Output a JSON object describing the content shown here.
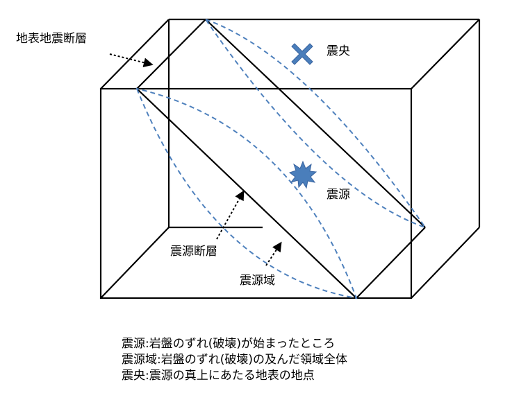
{
  "labels": {
    "surface_fault": "地表地震断層",
    "epicenter": "震央",
    "hypocenter": "震源",
    "source_fault": "震源断層",
    "source_region": "震源域"
  },
  "legend": [
    "震源:岩盤のずれ(破壊)が始まったところ",
    "震源域:岩盤のずれ(破壊)の及んだ領域全体",
    "震央:震源の真上にあたる地表の地点"
  ],
  "colors": {
    "line": "#000000",
    "dashed": "#4f81bd",
    "marker": "#4a7ebb"
  },
  "icons": {
    "epicenter": "x-mark-icon",
    "hypocenter": "starburst-icon"
  }
}
